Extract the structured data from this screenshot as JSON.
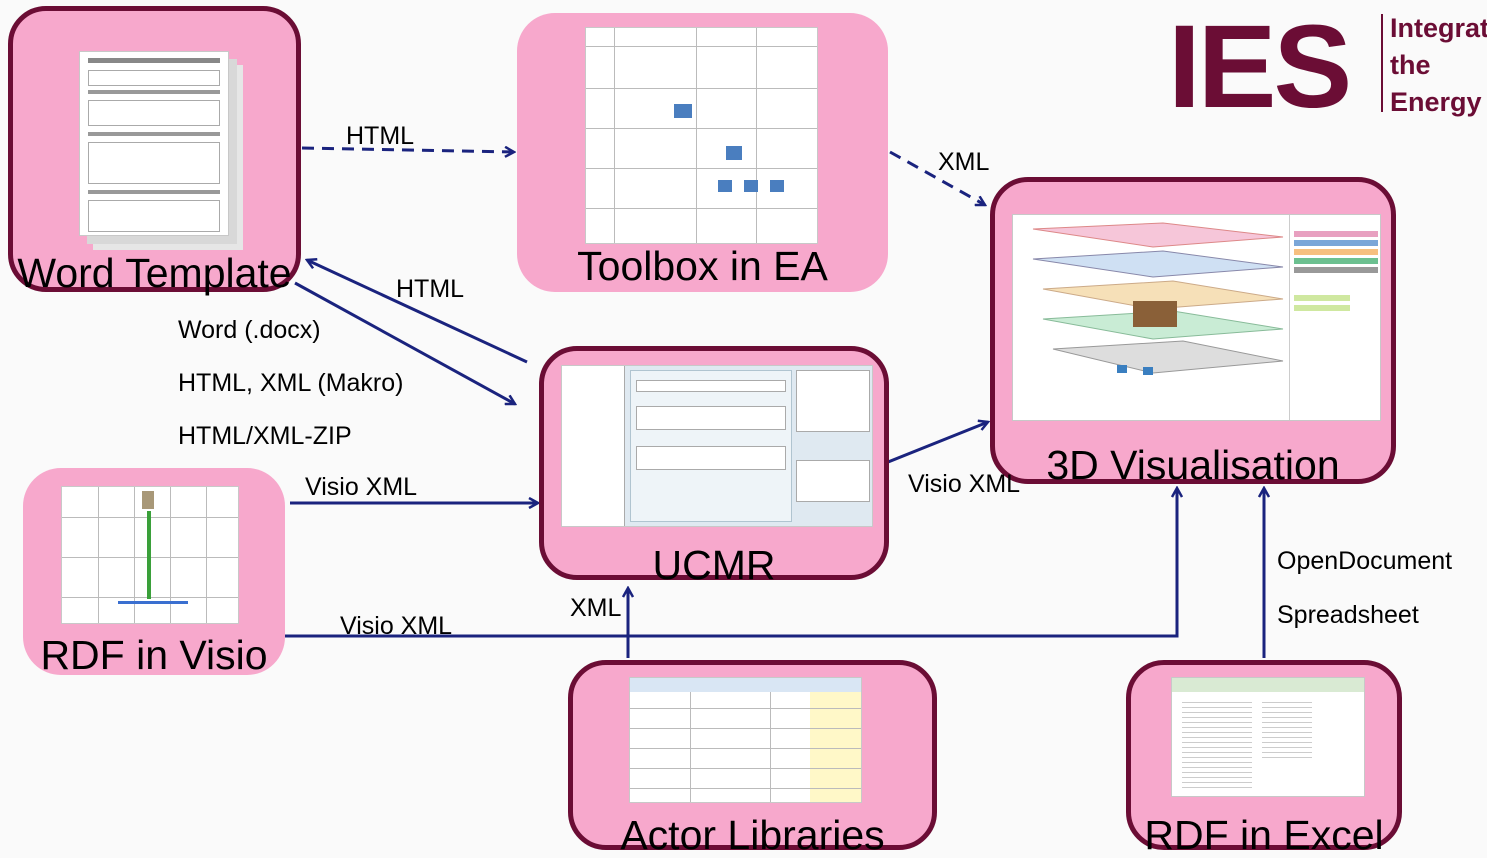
{
  "logo": {
    "abbr": "IES",
    "lines": [
      "Integrat",
      "the",
      "Energy"
    ]
  },
  "nodes": {
    "word_template": "Word Template",
    "toolbox_ea": "Toolbox in EA",
    "ucmr": "UCMR",
    "visualisation_3d": "3D Visualisation",
    "rdf_visio": "RDF in Visio",
    "actor_libraries": "Actor Libraries",
    "rdf_excel": "RDF in Excel"
  },
  "edges": {
    "word_to_toolbox": "HTML",
    "toolbox_to_3d": "XML",
    "ucmr_to_word": "HTML",
    "word_to_ucmr_1": "Word (.docx)",
    "word_to_ucmr_2": "HTML, XML (Makro)",
    "word_to_ucmr_3": "HTML/XML-ZIP",
    "visio_to_ucmr": "Visio XML",
    "ucmr_to_3d": "Visio XML",
    "visio_to_3d": "Visio XML",
    "actors_to_ucmr": "XML",
    "excel_to_3d_1": "OpenDocument",
    "excel_to_3d_2": "Spreadsheet"
  },
  "colors": {
    "node_fill": "#f7a8cc",
    "node_border": "#6b0d35",
    "arrow": "#1a237e",
    "brand": "#6b0d35"
  }
}
